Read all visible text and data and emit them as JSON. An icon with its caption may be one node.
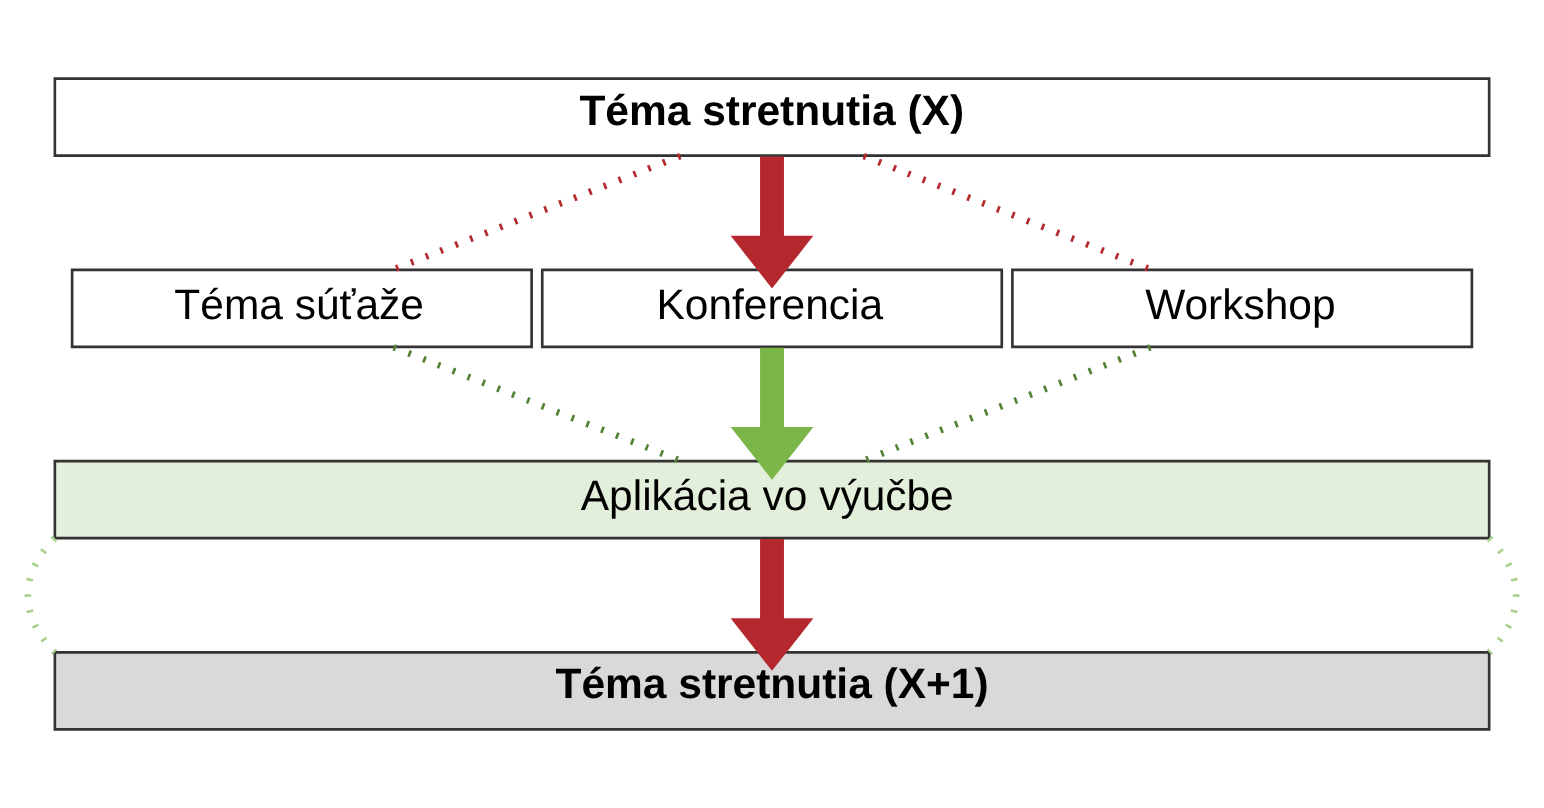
{
  "diagram": {
    "nodes": [
      {
        "text": [
          "Téma stretnutia (X)"
        ]
      },
      {
        "text": [
          "Téma súťaže"
        ]
      },
      {
        "text": [
          "Konferencia"
        ]
      },
      {
        "text": [
          "Workshop"
        ]
      },
      {
        "text": [
          "Aplikácia vo výučbe"
        ]
      },
      {
        "text": [
          "Téma stretnutia (X+1)"
        ]
      }
    ],
    "edges": [
      {
        "from": 0,
        "to": 1,
        "arrow": "none",
        "style": "dashed",
        "color": "#b5282e"
      },
      {
        "from": 0,
        "to": 2,
        "arrow": "to",
        "style": "thick",
        "color": "#b5282e"
      },
      {
        "from": 0,
        "to": 3,
        "arrow": "none",
        "style": "dashed",
        "color": "#b5282e"
      },
      {
        "from": 1,
        "to": 4,
        "arrow": "none",
        "style": "dashed",
        "color": "#548235"
      },
      {
        "from": 2,
        "to": 4,
        "arrow": "to",
        "style": "thick",
        "color": "#7ab648"
      },
      {
        "from": 3,
        "to": 4,
        "arrow": "none",
        "style": "dashed",
        "color": "#548235"
      },
      {
        "from": 4,
        "to": 5,
        "arrow": "none",
        "style": "dashed",
        "color": "#a9d18e"
      },
      {
        "from": 4,
        "to": 5,
        "arrow": "to",
        "style": "thick",
        "color": "#b5282e"
      },
      {
        "from": 4,
        "to": 5,
        "arrow": "none",
        "style": "dashed",
        "color": "#a9d18e"
      }
    ]
  }
}
